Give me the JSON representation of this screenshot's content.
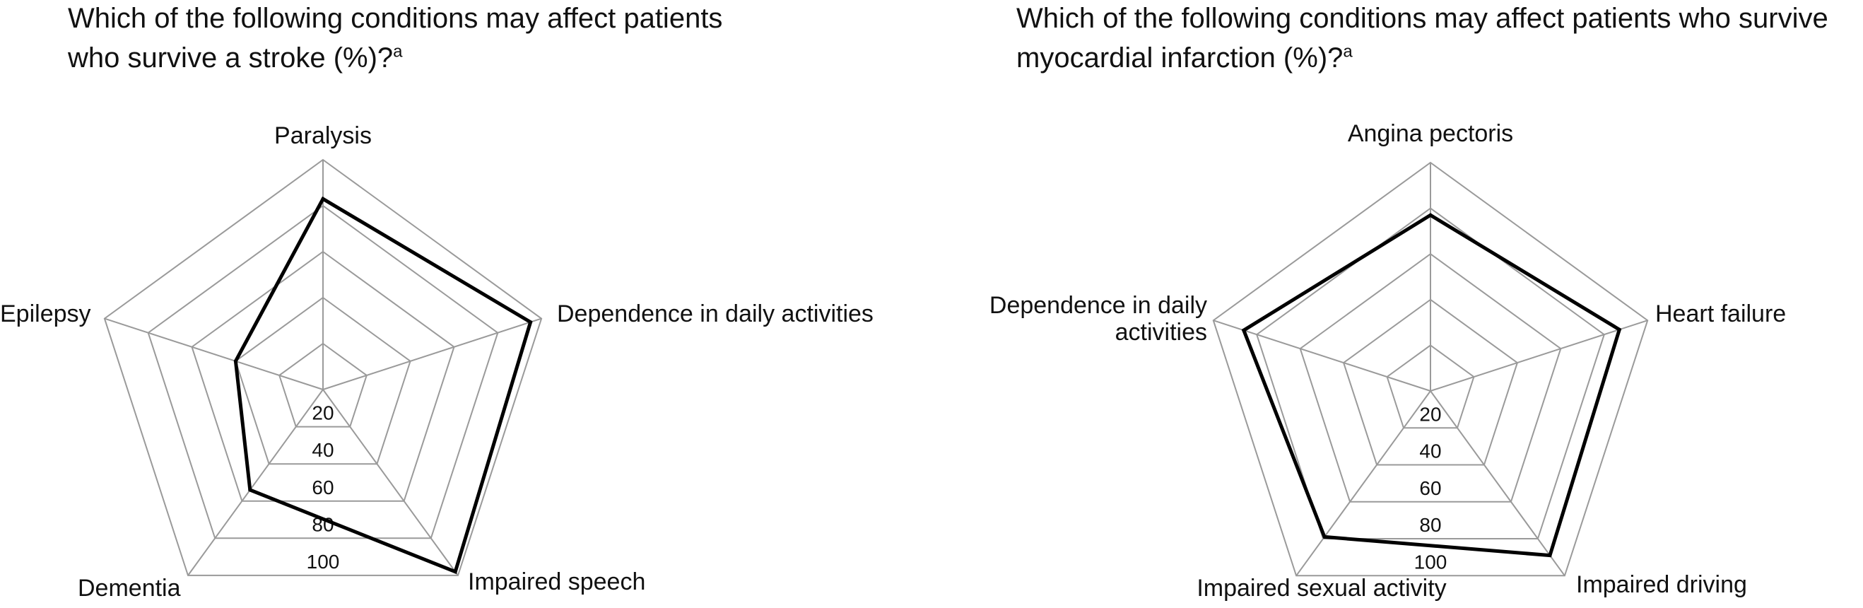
{
  "chart_data": [
    {
      "type": "radar",
      "title_lines": [
        "Which of the following conditions may affect patients",
        "who survive a stroke (%)?"
      ],
      "title_sup": "a",
      "categories": [
        {
          "lines": [
            "Paralysis"
          ]
        },
        {
          "lines": [
            "Dependence in daily activities"
          ]
        },
        {
          "lines": [
            "Impaired speech"
          ]
        },
        {
          "lines": [
            "Dementia"
          ]
        },
        {
          "lines": [
            "Epilepsy"
          ]
        }
      ],
      "values": [
        83,
        95,
        98,
        54,
        40
      ],
      "r_ticks": [
        20,
        40,
        60,
        80,
        100
      ],
      "r_max": 100,
      "grid": true,
      "line_color": "#000000",
      "grid_color": "#9a9a9a"
    },
    {
      "type": "radar",
      "title_lines": [
        "Which of the following conditions may affect patients who survive",
        "myocardial infarction (%)?"
      ],
      "title_sup": "a",
      "categories": [
        {
          "lines": [
            "Angina pectoris"
          ]
        },
        {
          "lines": [
            "Heart failure"
          ]
        },
        {
          "lines": [
            "Impaired driving"
          ]
        },
        {
          "lines": [
            "Impaired sexual activity"
          ]
        },
        {
          "lines": [
            "Dependence in daily",
            "activities"
          ]
        }
      ],
      "values": [
        77,
        87,
        89,
        79,
        86
      ],
      "r_ticks": [
        20,
        40,
        60,
        80,
        100
      ],
      "r_max": 100,
      "grid": true,
      "line_color": "#000000",
      "grid_color": "#9a9a9a"
    }
  ]
}
